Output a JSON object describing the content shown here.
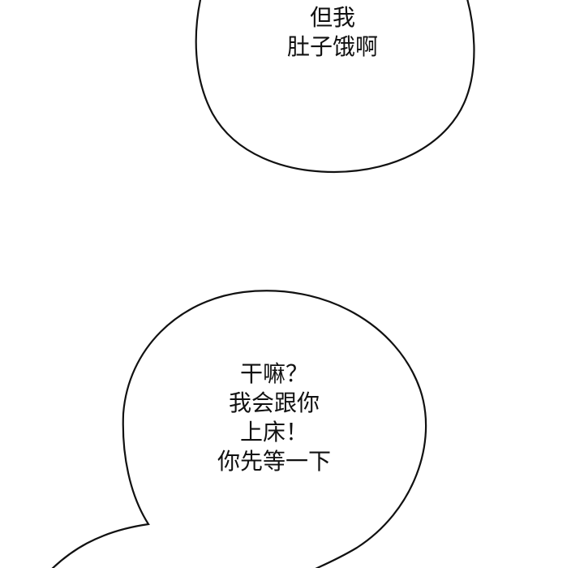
{
  "panel": {
    "background_color": "#ffffff",
    "stroke_color": "#111111"
  },
  "bubbles": [
    {
      "id": "top",
      "lines": [
        "但我",
        "肚子饿啊"
      ]
    },
    {
      "id": "bottom",
      "lines": [
        "干嘛？",
        "我会跟你",
        "上床！",
        "你先等一下"
      ]
    }
  ]
}
